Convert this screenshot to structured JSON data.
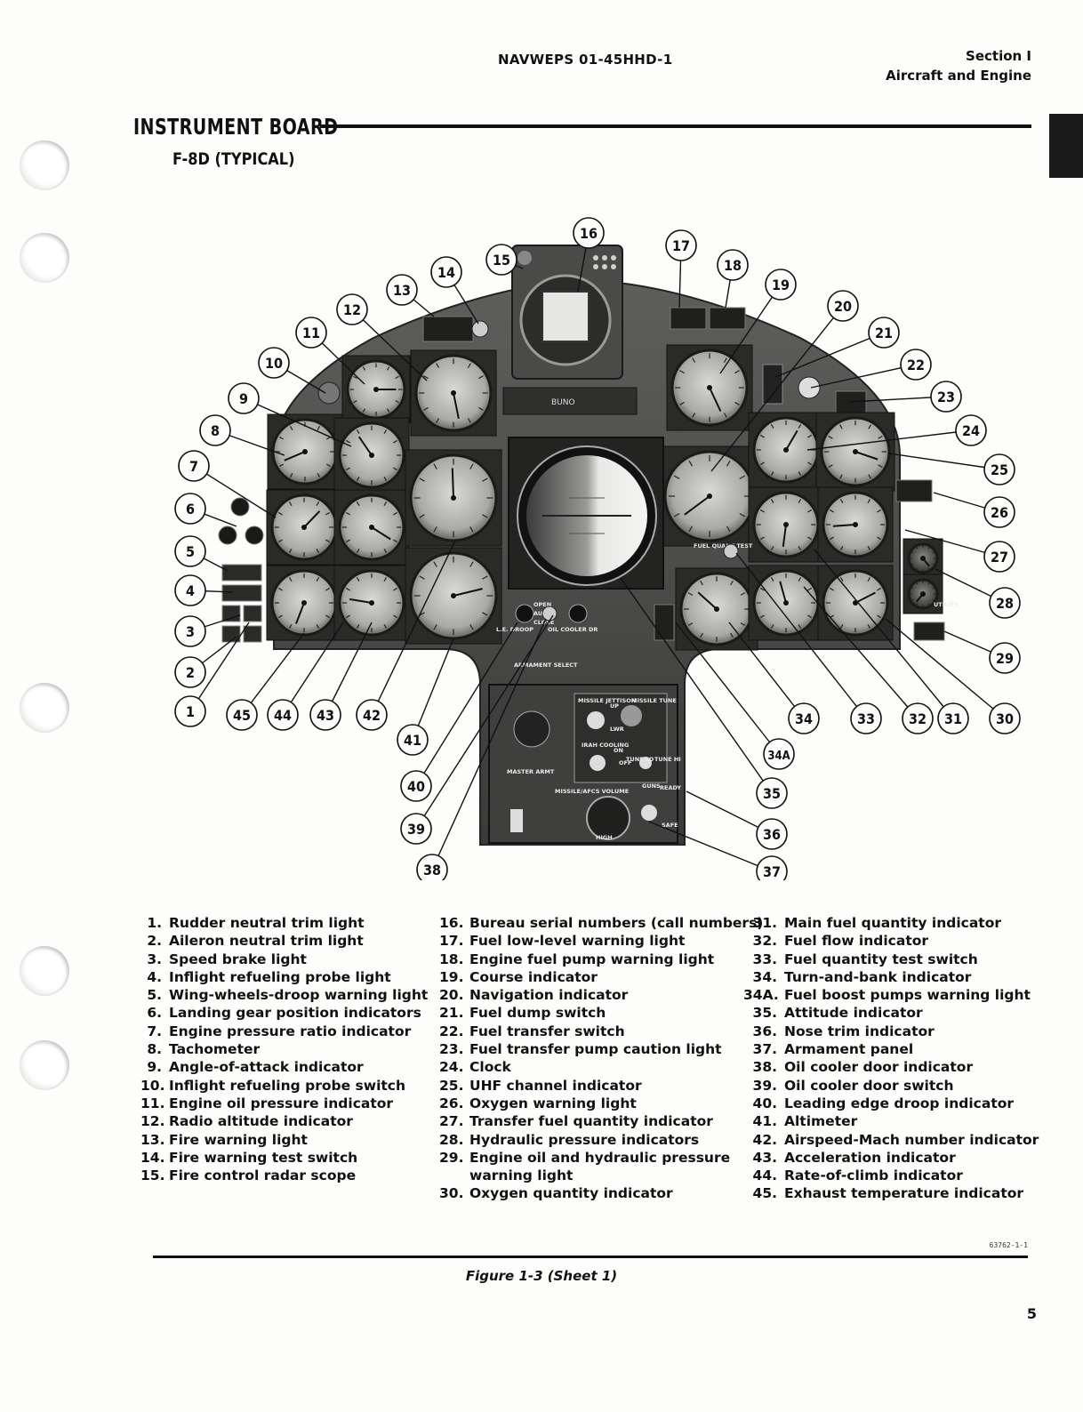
{
  "header": {
    "publication": "NAVWEPS 01-45HHD-1",
    "section": "Section I",
    "section_title": "Aircraft and Engine"
  },
  "title": "INSTRUMENT BOARD",
  "subtitle": "F-8D (TYPICAL)",
  "panel_labels": {
    "bureau_plate": "BUNO",
    "fuel_quant_test": "FUEL QUANT TEST",
    "missile_jettison": "MISSILE JETTISON",
    "missile_tune": "MISSILE TUNE",
    "irah_cooling": "IRAH COOLING",
    "master_arm": "MASTER ARMT",
    "missile_afcs_volume": "MISSILE/AFCS VOLUME",
    "guns": "GUNS",
    "armament_select": "ARMAMENT SELECT",
    "le_droop": "L.E. DROOP",
    "oil_cooler_dr": "OIL COOLER DR",
    "open": "OPEN",
    "auto": "AUTO",
    "close": "CLOSE",
    "ready": "READY",
    "safe": "SAFE",
    "off": "OFF",
    "on": "ON",
    "tune_lo": "TUNE LO",
    "tune_hi": "TUNE HI",
    "utility": "UTILITY",
    "high": "HIGH",
    "up": "UP",
    "lwr": "LWR"
  },
  "callouts": [
    "1",
    "2",
    "3",
    "4",
    "5",
    "6",
    "7",
    "8",
    "9",
    "10",
    "11",
    "12",
    "13",
    "14",
    "15",
    "16",
    "17",
    "18",
    "19",
    "20",
    "21",
    "22",
    "23",
    "24",
    "25",
    "26",
    "27",
    "28",
    "29",
    "30",
    "31",
    "32",
    "33",
    "34",
    "34A",
    "35",
    "36",
    "37",
    "38",
    "39",
    "40",
    "41",
    "42",
    "43",
    "44",
    "45"
  ],
  "legend": {
    "col1": [
      {
        "num": "1.",
        "text": "Rudder neutral trim light"
      },
      {
        "num": "2.",
        "text": "Aileron neutral trim light"
      },
      {
        "num": "3.",
        "text": "Speed brake light"
      },
      {
        "num": "4.",
        "text": "Inflight refueling probe light"
      },
      {
        "num": "5.",
        "text": "Wing-wheels-droop warning light"
      },
      {
        "num": "6.",
        "text": "Landing gear position indicators"
      },
      {
        "num": "7.",
        "text": "Engine pressure ratio indicator"
      },
      {
        "num": "8.",
        "text": "Tachometer"
      },
      {
        "num": "9.",
        "text": "Angle-of-attack indicator"
      },
      {
        "num": "10.",
        "text": "Inflight refueling probe switch"
      },
      {
        "num": "11.",
        "text": "Engine oil pressure indicator"
      },
      {
        "num": "12.",
        "text": "Radio altitude indicator"
      },
      {
        "num": "13.",
        "text": "Fire warning light"
      },
      {
        "num": "14.",
        "text": "Fire warning test switch"
      },
      {
        "num": "15.",
        "text": "Fire control radar scope"
      }
    ],
    "col2": [
      {
        "num": "16.",
        "text": "Bureau serial numbers (call numbers)"
      },
      {
        "num": "17.",
        "text": "Fuel low-level warning light"
      },
      {
        "num": "18.",
        "text": "Engine fuel pump warning light"
      },
      {
        "num": "19.",
        "text": "Course indicator"
      },
      {
        "num": "20.",
        "text": "Navigation indicator"
      },
      {
        "num": "21.",
        "text": "Fuel dump switch"
      },
      {
        "num": "22.",
        "text": "Fuel transfer switch"
      },
      {
        "num": "23.",
        "text": "Fuel transfer pump caution light"
      },
      {
        "num": "24.",
        "text": "Clock"
      },
      {
        "num": "25.",
        "text": "UHF channel indicator"
      },
      {
        "num": "26.",
        "text": "Oxygen warning light"
      },
      {
        "num": "27.",
        "text": "Transfer fuel quantity indicator"
      },
      {
        "num": "28.",
        "text": "Hydraulic pressure indicators"
      },
      {
        "num": "29.",
        "text": "Engine oil and hydraulic pressure",
        "cont": "warning light"
      },
      {
        "num": "30.",
        "text": "Oxygen quantity indicator"
      }
    ],
    "col3": [
      {
        "num": "31.",
        "text": "Main fuel quantity indicator"
      },
      {
        "num": "32.",
        "text": "Fuel flow indicator"
      },
      {
        "num": "33.",
        "text": "Fuel quantity test switch"
      },
      {
        "num": "34.",
        "text": "Turn-and-bank indicator"
      },
      {
        "num": "34A.",
        "text": "Fuel boost pumps warning light"
      },
      {
        "num": "35.",
        "text": "Attitude indicator"
      },
      {
        "num": "36.",
        "text": "Nose trim indicator"
      },
      {
        "num": "37.",
        "text": "Armament panel"
      },
      {
        "num": "38.",
        "text": "Oil cooler door indicator"
      },
      {
        "num": "39.",
        "text": "Oil cooler door switch"
      },
      {
        "num": "40.",
        "text": "Leading edge droop indicator"
      },
      {
        "num": "41.",
        "text": "Altimeter"
      },
      {
        "num": "42.",
        "text": "Airspeed-Mach number indicator"
      },
      {
        "num": "43.",
        "text": "Acceleration indicator"
      },
      {
        "num": "44.",
        "text": "Rate-of-climb indicator"
      },
      {
        "num": "45.",
        "text": "Exhaust temperature indicator"
      }
    ]
  },
  "footer": {
    "code": "63762-1-1",
    "caption": "Figure 1-3 (Sheet 1)",
    "page": "5"
  }
}
